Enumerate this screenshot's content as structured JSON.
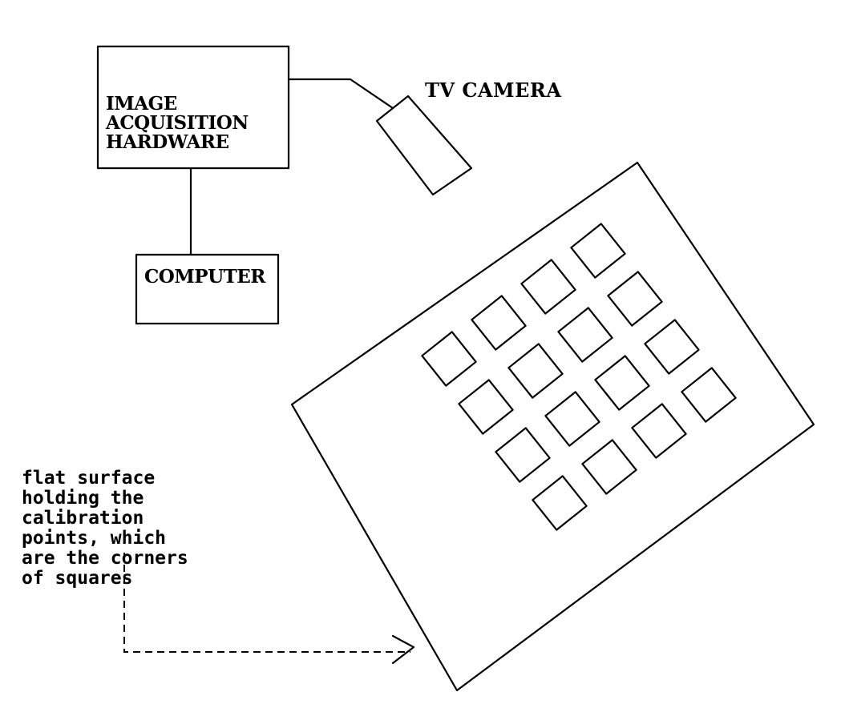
{
  "labels": {
    "hardware": [
      "IMAGE",
      "ACQUISITION",
      "HARDWARE"
    ],
    "camera": "TV CAMERA",
    "computer": "COMPUTER",
    "surface_note": [
      "flat surface",
      "holding the",
      "calibration",
      "points, which",
      "are the corners",
      "of squares"
    ]
  },
  "colors": {
    "ink": "#000000",
    "background": "#ffffff"
  },
  "grid": {
    "rows": 4,
    "columns": 4
  }
}
